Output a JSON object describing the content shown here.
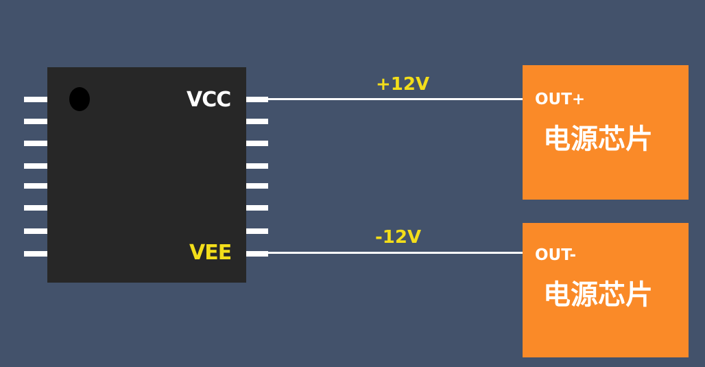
{
  "ic": {
    "pins_per_side": 8,
    "labels": {
      "vcc": "VCC",
      "vee": "VEE"
    }
  },
  "wires": [
    {
      "label": "+12V",
      "from": "VCC",
      "to": "OUT+"
    },
    {
      "label": "-12V",
      "from": "VEE",
      "to": "OUT-"
    }
  ],
  "power_chips": [
    {
      "port": "OUT+",
      "name": "电源芯片"
    },
    {
      "port": "OUT-",
      "name": "电源芯片"
    }
  ],
  "colors": {
    "background": "#43526b",
    "chip": "#272727",
    "power_box": "#fa8a28",
    "accent_yellow": "#f3de1a"
  }
}
